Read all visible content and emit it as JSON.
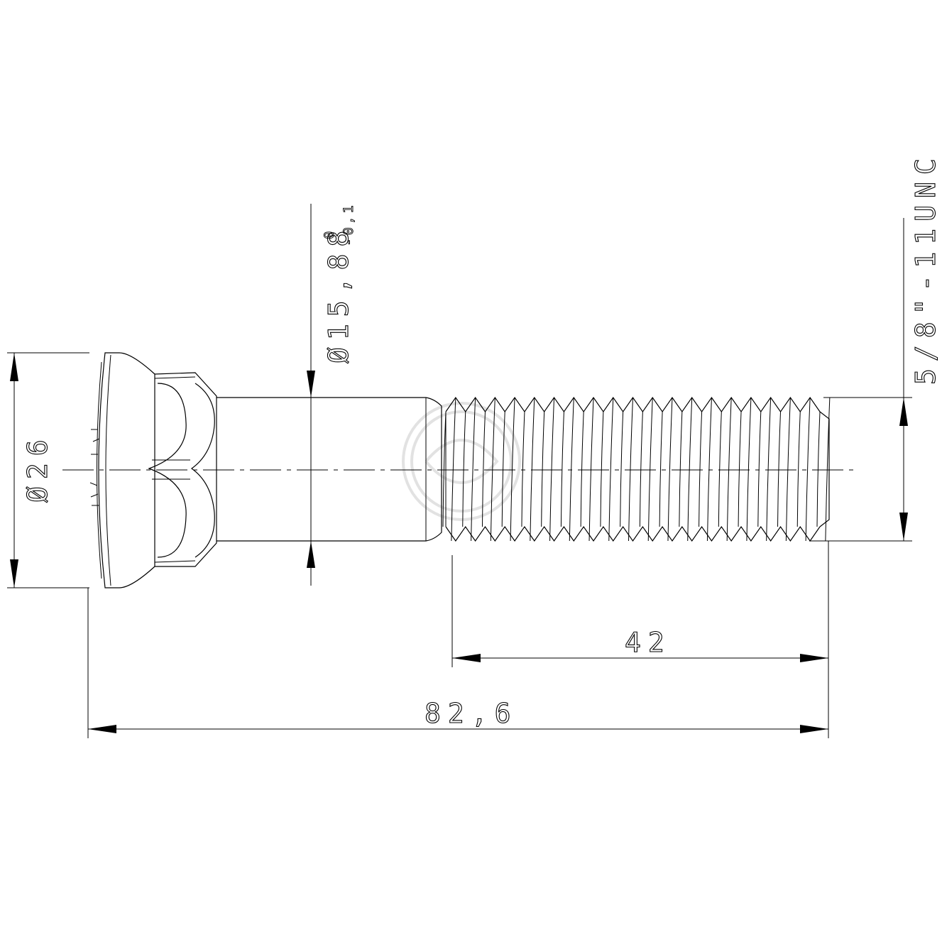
{
  "dimensions": {
    "overall_length": "82,6",
    "thread_length": "42",
    "head_diameter": "Ø26",
    "shank_diameter": "Ø15,88",
    "shank_tolerance_upper": "0",
    "shank_tolerance_lower": "-0,1",
    "thread_spec": "5/8\"-11UNC"
  },
  "thread": {
    "pitch_count": 19
  }
}
